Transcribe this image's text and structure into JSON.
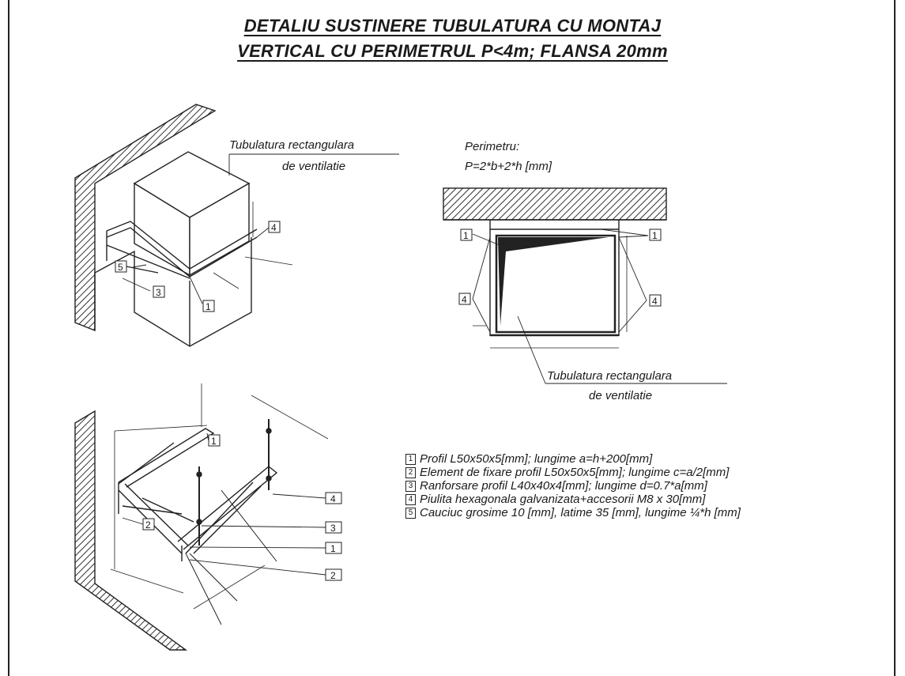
{
  "title": {
    "line1": "DETALIU SUSTINERE TUBULATURA CU MONTAJ",
    "line2": "VERTICAL CU PERIMETRUL P<4m; FLANSA 20mm"
  },
  "top_left": {
    "duct_label_line1": "Tubulatura rectangulara",
    "duct_label_line2": "de ventilatie",
    "tags": [
      "4",
      "5",
      "3",
      "1"
    ]
  },
  "top_right": {
    "perimeter_title": "Perimetru:",
    "perimeter_formula": "P=2*b+2*h [mm]",
    "duct_label_line1": "Tubulatura rectangulara",
    "duct_label_line2": "de ventilatie",
    "tags": [
      "1",
      "1",
      "4",
      "4"
    ]
  },
  "bottom_left": {
    "tags": [
      "1",
      "2",
      "4",
      "3",
      "1",
      "2"
    ]
  },
  "legend": [
    {
      "num": "1",
      "text": "Profil L50x50x5[mm]; lungime a=h+200[mm]"
    },
    {
      "num": "2",
      "text": "Element de fixare profil L50x50x5[mm]; lungime c=a/2[mm]"
    },
    {
      "num": "3",
      "text": "Ranforsare profil L40x40x4[mm]; lungime d=0.7*a[mm]"
    },
    {
      "num": "4",
      "text": "Piulita hexagonala galvanizata+accesorii M8 x 30[mm]"
    },
    {
      "num": "5",
      "text": "Cauciuc grosime 10 [mm], latime 35 [mm], lungime ¼*h [mm]"
    }
  ]
}
